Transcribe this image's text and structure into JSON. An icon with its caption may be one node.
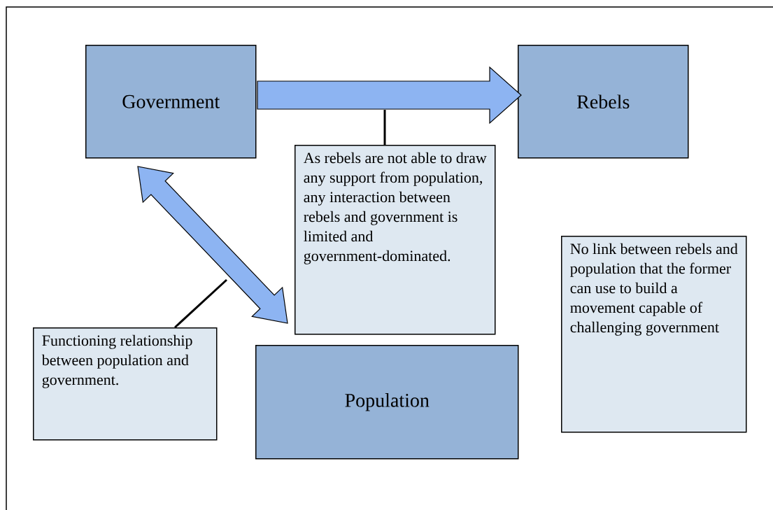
{
  "diagram": {
    "nodes": [
      {
        "text": [
          "Government"
        ]
      },
      {
        "text": [
          "Rebels"
        ]
      },
      {
        "text": [
          "As rebels are not able to draw any support from population, any interaction between rebels and government is limited and government-dominated."
        ]
      },
      {
        "text": [
          "Functioning relationship between population and government."
        ]
      },
      {
        "text": [
          "Population"
        ]
      },
      {
        "text": [
          "No link between rebels and population that the former can use to build a movement capable of challenging government"
        ]
      }
    ],
    "edges": [
      {
        "from": 0,
        "to": 1,
        "arrow": "to",
        "style": "thick"
      },
      {
        "from": 0,
        "to": 4,
        "arrow": "both",
        "style": "thick"
      },
      {
        "from": 2,
        "to": null,
        "arrow": "none"
      },
      {
        "from": 3,
        "to": null,
        "arrow": "none"
      }
    ]
  }
}
